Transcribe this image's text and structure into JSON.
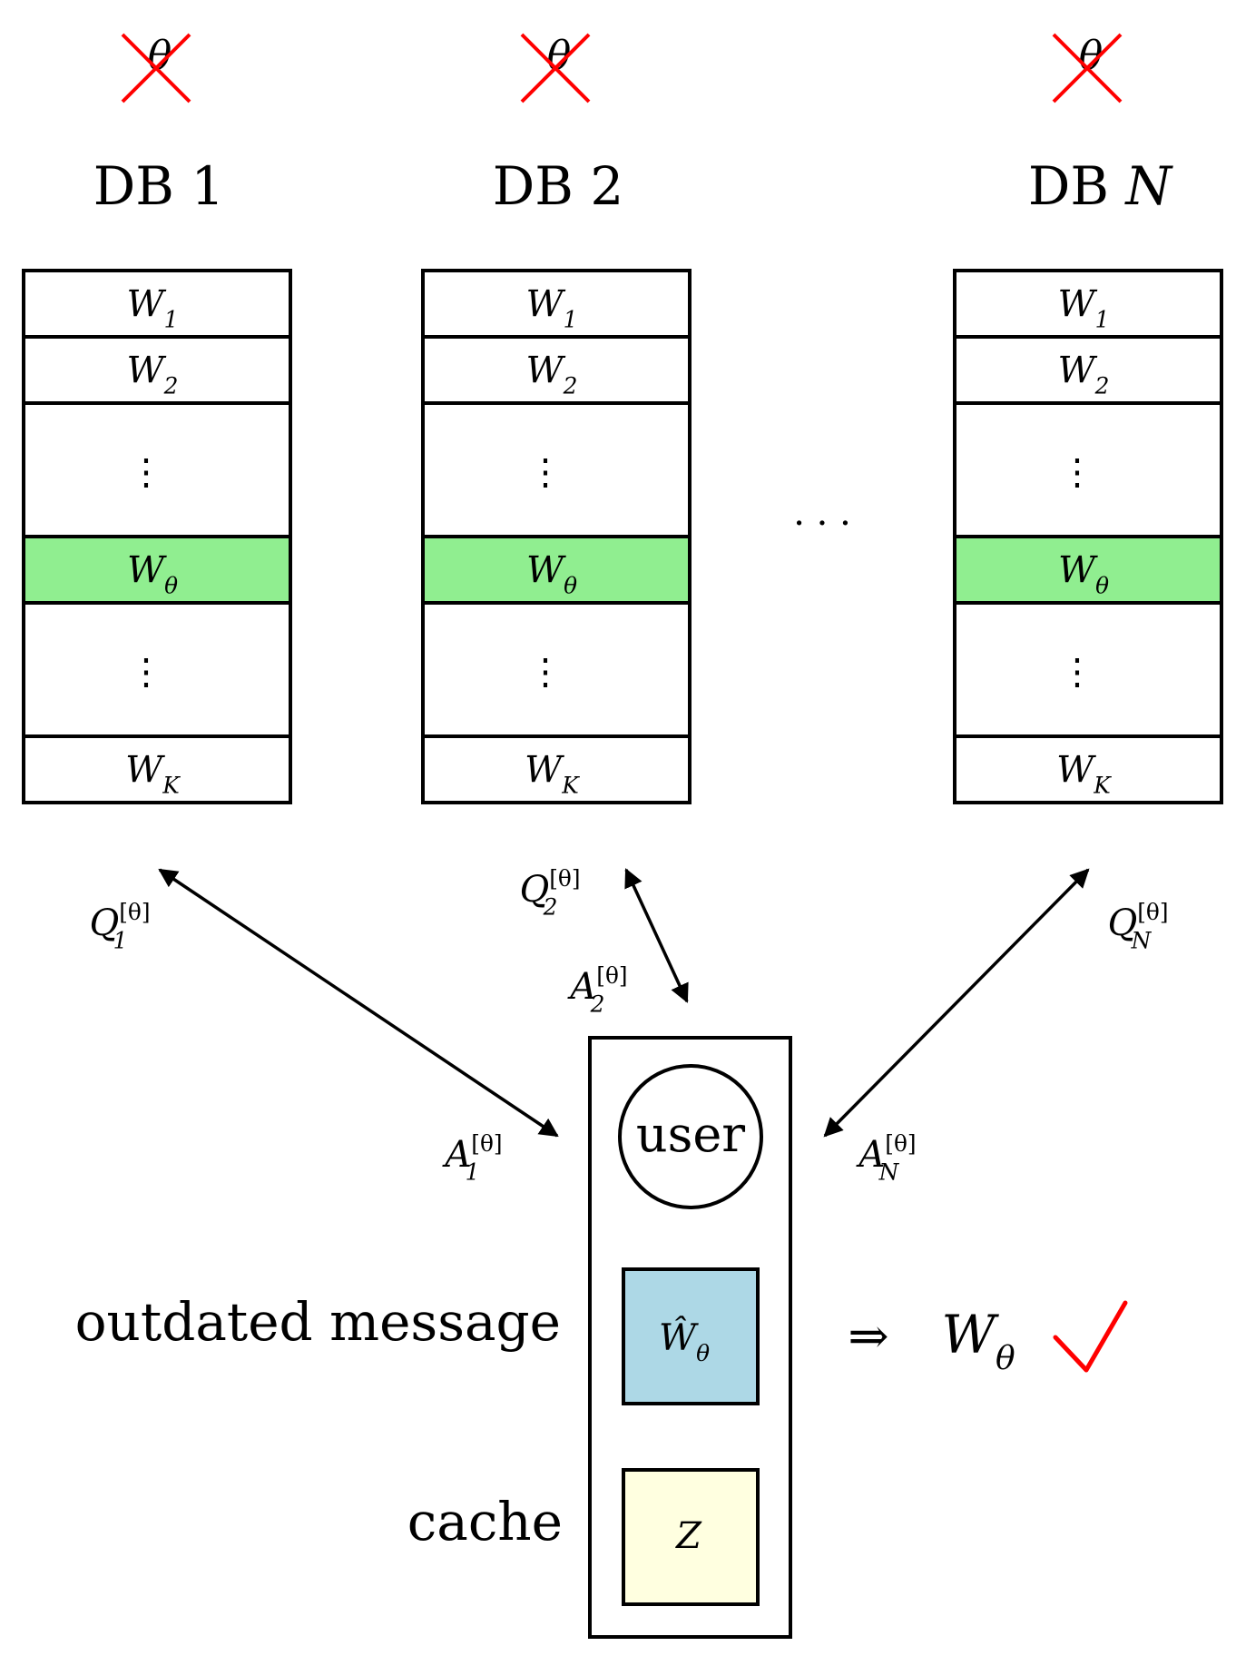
{
  "colors": {
    "stroke": "#000000",
    "highlight": "#90ee90",
    "outdated_fill": "#add8e6",
    "cache_fill": "#ffffe0",
    "forbidden_mark": "#ff0000",
    "check_mark": "#ff0000"
  },
  "hidden_index": "θ",
  "databases": [
    {
      "title_prefix": "DB",
      "title_index": "1",
      "index_italic": false,
      "query": "Q",
      "query_sub": "1",
      "answer": "A",
      "answer_sub": "1"
    },
    {
      "title_prefix": "DB",
      "title_index": "2",
      "index_italic": false,
      "query": "Q",
      "query_sub": "2",
      "answer": "A",
      "answer_sub": "2"
    },
    {
      "title_prefix": "DB",
      "title_index": "N",
      "index_italic": true,
      "query": "Q",
      "query_sub": "N",
      "answer": "A",
      "answer_sub": "N"
    }
  ],
  "messages": [
    {
      "base": "W",
      "sub": "1",
      "kind": "row"
    },
    {
      "base": "W",
      "sub": "2",
      "kind": "row"
    },
    {
      "base": "⋮",
      "sub": "",
      "kind": "gap"
    },
    {
      "base": "W",
      "sub": "θ",
      "kind": "highlight"
    },
    {
      "base": "⋮",
      "sub": "",
      "kind": "gap"
    },
    {
      "base": "W",
      "sub": "K",
      "kind": "row"
    }
  ],
  "between_dbs": "· · ·",
  "superscript": "[θ]",
  "user": {
    "label": "user"
  },
  "outdated": {
    "label": "outdated message",
    "symbol": "Ŵ",
    "sub": "θ"
  },
  "cache": {
    "label": "cache",
    "symbol": "Z"
  },
  "result": {
    "implies": "⇒",
    "symbol": "W",
    "sub": "θ"
  },
  "icons": [
    "cross-mark-icon",
    "check-mark-icon"
  ]
}
